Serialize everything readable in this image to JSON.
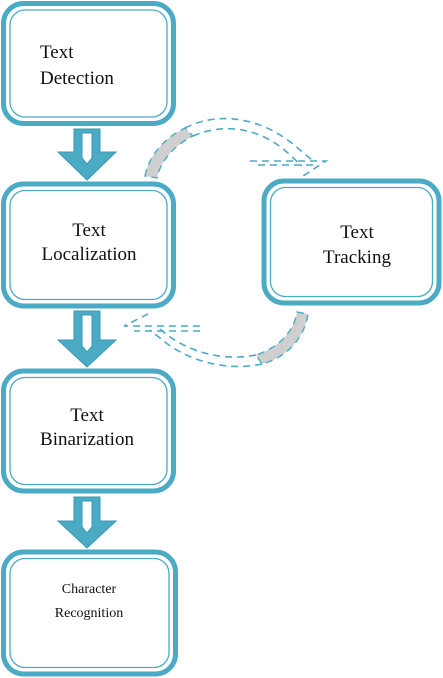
{
  "diagram": {
    "nodes": {
      "detection": {
        "line1": "Text",
        "line2": "Detection"
      },
      "localization": {
        "line1": "Text",
        "line2": "Localization"
      },
      "tracking": {
        "line1": "Text",
        "line2": "Tracking"
      },
      "binarization": {
        "line1": "Text",
        "line2": "Binarization"
      },
      "recognition": {
        "line1": "Character",
        "line2": "Recognition"
      }
    },
    "edges": [
      {
        "from": "Text Detection",
        "to": "Text Localization",
        "style": "block-arrow"
      },
      {
        "from": "Text Localization",
        "to": "Text Binarization",
        "style": "block-arrow"
      },
      {
        "from": "Text Binarization",
        "to": "Character Recognition",
        "style": "block-arrow"
      },
      {
        "from": "Text Localization",
        "to": "Text Tracking",
        "style": "dashed-curved-arrow"
      },
      {
        "from": "Text Tracking",
        "to": "Text Localization",
        "style": "dashed-curved-arrow"
      }
    ],
    "colors": {
      "box_border": "#4baac4",
      "arrow_fill": "#4baac4",
      "loop_band": "#cfcfcf"
    }
  }
}
